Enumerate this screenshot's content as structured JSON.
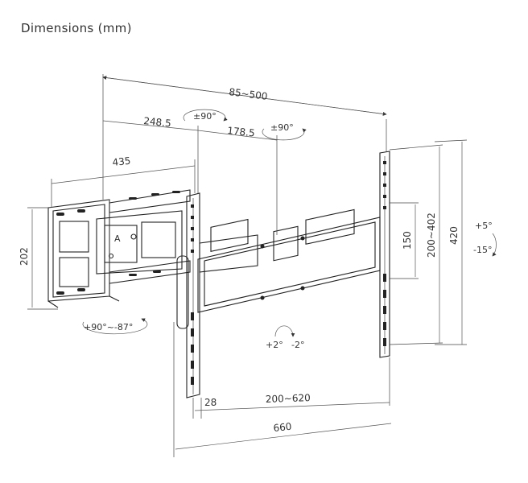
{
  "title": "Dimensions (mm)",
  "dimensions": {
    "overall_extension": "85~500",
    "arm_a": "248.5",
    "arm_b": "178.5",
    "wall_plate_width": "435",
    "wall_plate_height": "202",
    "hole_spacing_v": "150",
    "vesa_vertical": "200~402",
    "overall_height": "420",
    "plate_offset": "28",
    "vesa_horizontal": "200~620",
    "overall_width": "660"
  },
  "rotations": {
    "swivel_a": "±90°",
    "swivel_b": "±90°",
    "tilt_up": "+5°",
    "tilt_down": "-15°",
    "pivot_level_plus": "+2°",
    "pivot_level_minus": "-2°",
    "swivel_base": "+90°~-87°"
  }
}
